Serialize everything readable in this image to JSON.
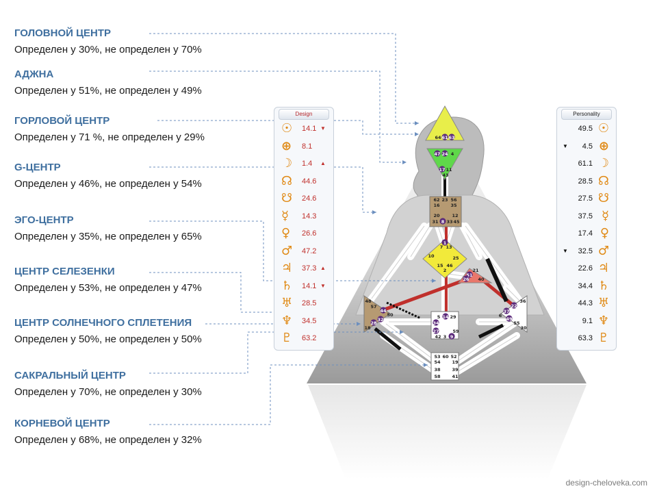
{
  "centers": [
    {
      "title": "ГОЛОВНОЙ ЦЕНТР",
      "stat": "Определен у 30%, не определен у 70%"
    },
    {
      "title": "АДЖНА",
      "stat": "Определен у 51%, не определен у 49%"
    },
    {
      "title": "ГОРЛОВОЙ ЦЕНТР",
      "stat": "Определен у 71 %, не определен у 29%"
    },
    {
      "title": "G-ЦЕНТР",
      "stat": "Определен у 46%, не определен у 54%"
    },
    {
      "title": "ЭГО-ЦЕНТР",
      "stat": "Определен у 35%, не определен у 65%"
    },
    {
      "title": "ЦЕНТР СЕЛЕЗЕНКИ",
      "stat": "Определен у 53%, не определен у 47%"
    },
    {
      "title": "ЦЕНТР СОЛНЕЧНОГО СПЛЕТЕНИЯ",
      "stat": "Определен у 50%, не определен у 50%"
    },
    {
      "title": "САКРАЛЬНЫЙ ЦЕНТР",
      "stat": "Определен у 70%, не определен у 30%"
    },
    {
      "title": "КОРНЕВОЙ ЦЕНТР",
      "stat": "Определен у 68%, не определен у 32%"
    }
  ],
  "design_panel": {
    "header": "Design",
    "rows": [
      {
        "glyph": "☉",
        "value": "14.1",
        "mark": "▼"
      },
      {
        "glyph": "⊕",
        "value": "8.1",
        "mark": ""
      },
      {
        "glyph": "☽",
        "value": "1.4",
        "mark": "▲"
      },
      {
        "glyph": "☊",
        "value": "44.6",
        "mark": ""
      },
      {
        "glyph": "☋",
        "value": "24.6",
        "mark": ""
      },
      {
        "glyph": "☿",
        "value": "14.3",
        "mark": ""
      },
      {
        "glyph": "♀",
        "value": "26.6",
        "mark": ""
      },
      {
        "glyph": "♂",
        "value": "47.2",
        "mark": ""
      },
      {
        "glyph": "♃",
        "value": "37.3",
        "mark": "▲"
      },
      {
        "glyph": "♄",
        "value": "14.1",
        "mark": "▼"
      },
      {
        "glyph": "♅",
        "value": "28.5",
        "mark": ""
      },
      {
        "glyph": "♆",
        "value": "34.5",
        "mark": ""
      },
      {
        "glyph": "♇",
        "value": "63.2",
        "mark": ""
      }
    ]
  },
  "personality_panel": {
    "header": "Personality",
    "rows": [
      {
        "glyph": "☉",
        "value": "49.5",
        "mark": ""
      },
      {
        "glyph": "⊕",
        "value": "4.5",
        "mark": "▼"
      },
      {
        "glyph": "☽",
        "value": "61.1",
        "mark": ""
      },
      {
        "glyph": "☊",
        "value": "28.5",
        "mark": ""
      },
      {
        "glyph": "☋",
        "value": "27.5",
        "mark": ""
      },
      {
        "glyph": "☿",
        "value": "37.5",
        "mark": ""
      },
      {
        "glyph": "♀",
        "value": "17.4",
        "mark": ""
      },
      {
        "glyph": "♂",
        "value": "32.5",
        "mark": "▼"
      },
      {
        "glyph": "♃",
        "value": "22.6",
        "mark": ""
      },
      {
        "glyph": "♄",
        "value": "34.4",
        "mark": ""
      },
      {
        "glyph": "♅",
        "value": "44.3",
        "mark": ""
      },
      {
        "glyph": "♆",
        "value": "9.1",
        "mark": ""
      },
      {
        "glyph": "♇",
        "value": "63.3",
        "mark": ""
      }
    ]
  },
  "gates": {
    "head": [
      "64",
      "61",
      "63"
    ],
    "ajna": [
      "47",
      "24",
      "4",
      "17",
      "11",
      "43"
    ],
    "throat": [
      "62",
      "23",
      "56",
      "16",
      "35",
      "20",
      "12",
      "31",
      "8",
      "33",
      "45"
    ],
    "g": [
      "1",
      "7",
      "13",
      "25",
      "10",
      "15",
      "46",
      "2"
    ],
    "ego": [
      "21",
      "51",
      "26",
      "40"
    ],
    "spleen": [
      "48",
      "57",
      "44",
      "50",
      "32",
      "28",
      "18"
    ],
    "sacral": [
      "5",
      "14",
      "29",
      "34",
      "27",
      "42",
      "3",
      "9",
      "59"
    ],
    "solar": [
      "36",
      "22",
      "37",
      "6",
      "49",
      "55",
      "30"
    ],
    "root": [
      "53",
      "60",
      "52",
      "54",
      "19",
      "38",
      "39",
      "58",
      "41"
    ]
  },
  "footer": "design-cheloveka.com",
  "colors": {
    "title": "#3f6f9f",
    "head_center": "#e8ee4a",
    "ajna_center": "#5fd84a",
    "g_center": "#f2ea3a",
    "ego_center": "#e9776b",
    "brown_center": "#b69a72",
    "active_gate_design": "#c0302c",
    "active_gate_personality": "#111111",
    "leader_line": "#6c8fbf"
  }
}
